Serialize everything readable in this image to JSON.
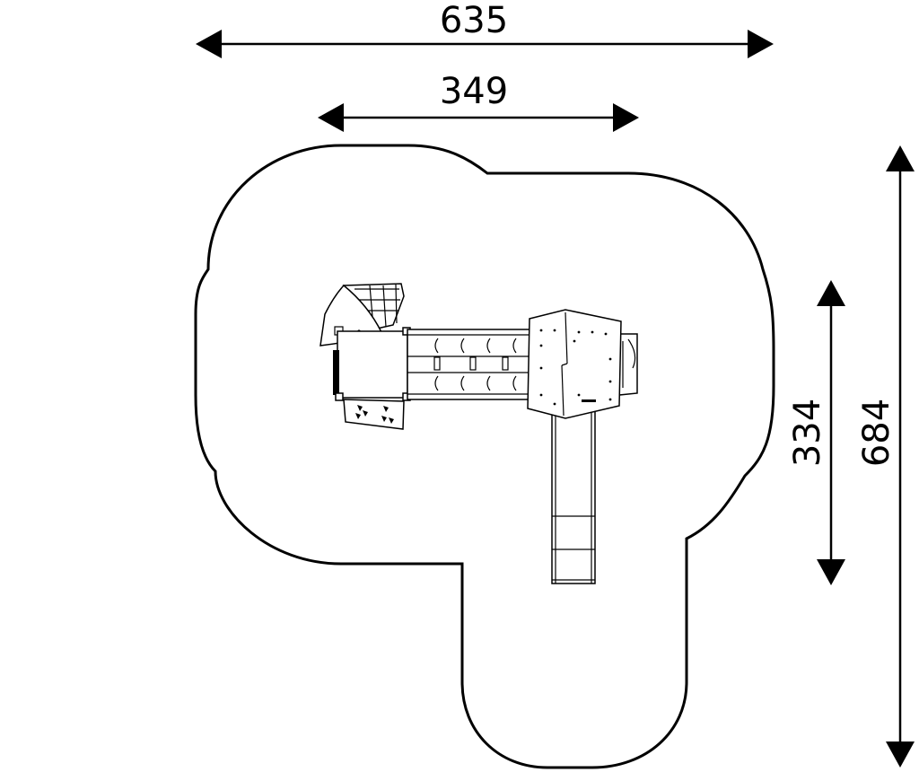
{
  "dimensions": {
    "outer_width": "635",
    "inner_width": "349",
    "inner_depth": "334",
    "outer_depth": "684"
  },
  "colors": {
    "line": "#000000",
    "background": "#ffffff"
  }
}
